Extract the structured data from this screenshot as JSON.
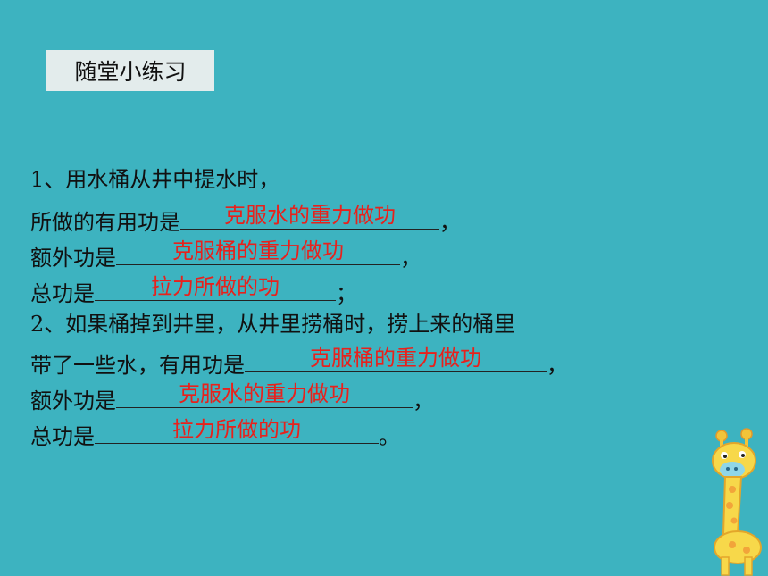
{
  "title": "随堂小练习",
  "q1": {
    "intro": "1、用水桶从井中提水时，",
    "useful_prefix": "所做的有用功是",
    "useful_answer": "克服水的重力做功",
    "useful_suffix": "，",
    "extra_prefix": "额外功是",
    "extra_answer": "克服桶的重力做功",
    "extra_suffix": "，",
    "total_prefix": "总功是",
    "total_answer": "拉力所做的功",
    "total_suffix": "；"
  },
  "q2": {
    "intro": "2、如果桶掉到井里，从井里捞桶时，捞上来的桶里",
    "useful_prefix": "带了一些水，有用功是",
    "useful_answer": "克服桶的重力做功",
    "useful_suffix": "，",
    "extra_prefix": "额外功是",
    "extra_answer": "克服水的重力做功",
    "extra_suffix": "，",
    "total_prefix": "总功是",
    "total_answer": "拉力所做的功",
    "total_suffix": "。"
  },
  "colors": {
    "background": "#3db3c0",
    "answer": "#e8211c",
    "title_box": "#e3ecec"
  },
  "decoration": "giraffe-icon"
}
